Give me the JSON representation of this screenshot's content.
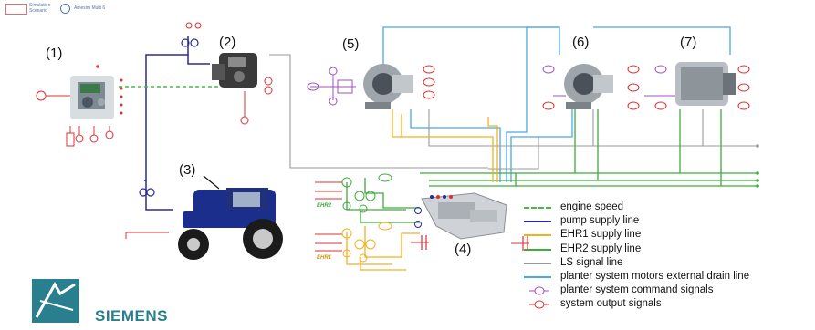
{
  "header": {
    "app1": "Simulation Scenario",
    "app2": "Amesim Multi 6"
  },
  "components": [
    {
      "id": "1",
      "label": "(1)"
    },
    {
      "id": "2",
      "label": "(2)"
    },
    {
      "id": "3",
      "label": "(3)"
    },
    {
      "id": "4",
      "label": "(4)"
    },
    {
      "id": "5",
      "label": "(5)"
    },
    {
      "id": "6",
      "label": "(6)"
    },
    {
      "id": "7",
      "label": "(7)"
    }
  ],
  "tags": {
    "ehr2": "EHR2",
    "ehr1": "EHR1"
  },
  "legend": [
    {
      "label": "engine speed",
      "color": "#44bb44",
      "style": "dashed"
    },
    {
      "label": "pump supply line",
      "color": "#2a2a9a",
      "style": "solid"
    },
    {
      "label": "EHR1 supply line",
      "color": "#f0b020",
      "style": "solid"
    },
    {
      "label": "EHR2 supply line",
      "color": "#3faa3f",
      "style": "solid"
    },
    {
      "label": "LS signal line",
      "color": "#999999",
      "style": "solid"
    },
    {
      "label": "planter system motors external drain line",
      "color": "#4aa8e8",
      "style": "solid"
    },
    {
      "label": "planter system command signals",
      "color": "#a050c0",
      "style": "symbol"
    },
    {
      "label": "system output signals",
      "color": "#dd3030",
      "style": "symbol"
    }
  ],
  "brand": {
    "name": "SIEMENS"
  },
  "colors": {
    "engine_speed": "#44bb44",
    "pump": "#2a2a9a",
    "ehr1": "#f0b020",
    "ehr2": "#3faa3f",
    "ls": "#999999",
    "drain": "#4aa8e8",
    "command": "#a050c0",
    "output": "#dd3030",
    "tractor_blue": "#1c2e8c",
    "siemens_teal": "#2a7f8e"
  }
}
